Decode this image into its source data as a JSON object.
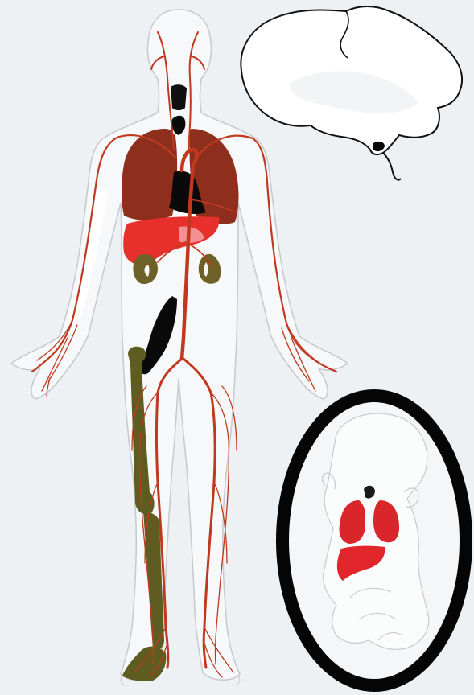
{
  "figure": {
    "background": "#eef1f3",
    "panels": [
      "human-body",
      "brain",
      "fetus"
    ]
  },
  "colors": {
    "artery": "#c0391f",
    "body_outline": "#c7cbcf",
    "body_fill": "#f7f8f9",
    "lungs_adult": "#8e2f1e",
    "lungs_fetal": "#d8262a",
    "liver_adult": "#e72f2c",
    "liver_fetal": "#e0262b",
    "kidney": "#6e6128",
    "bone": "#5f5c22",
    "black_structures": "#0a0a0a",
    "fetal_frame": "#050505"
  },
  "structures": {
    "adult": [
      "brain",
      "thyroid",
      "heart-and-great-vessels",
      "lungs",
      "liver",
      "kidneys",
      "colon",
      "femur-and-leg-bones",
      "arterial-tree"
    ],
    "fetus": [
      "thyroid",
      "lungs",
      "liver"
    ]
  }
}
